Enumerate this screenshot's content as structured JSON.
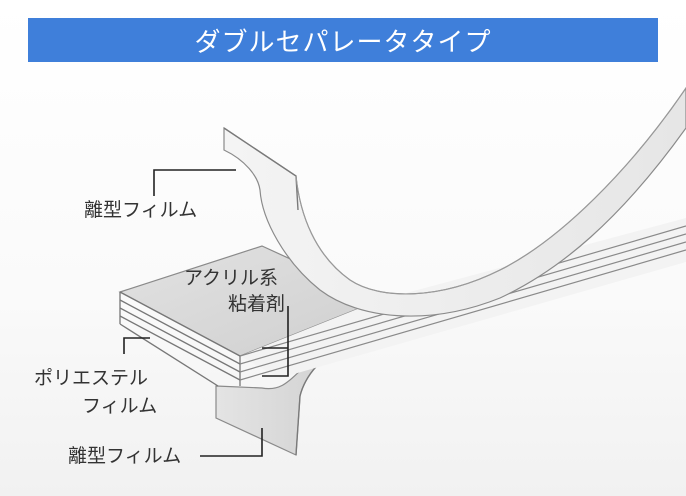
{
  "header": {
    "title": "ダブルセパレータタイプ",
    "bar_color": "#3f7fda"
  },
  "labels": {
    "release_film_top": "離型フィルム",
    "acrylic_line1": "アクリル系",
    "acrylic_line2": "粘着剤",
    "polyester_line1": "ポリエステル",
    "polyester_line2": "フィルム",
    "release_film_bottom": "離型フィルム"
  }
}
